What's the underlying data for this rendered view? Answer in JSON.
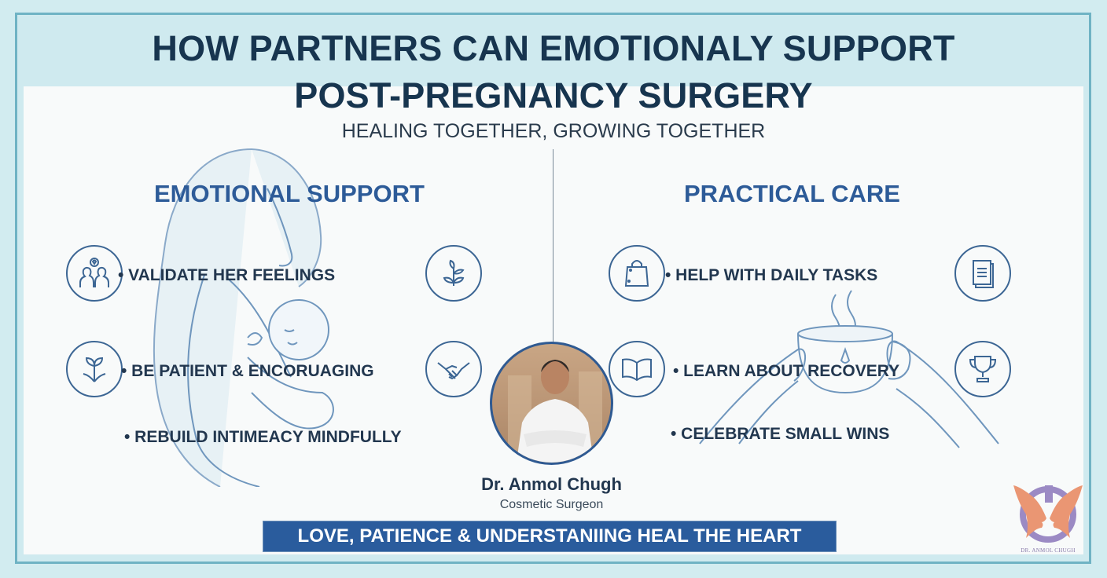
{
  "header": {
    "title_line1": "HOW PARTNERS CAN EMOTIONALY SUPPORT",
    "title_line2": "POST-PREGNANCY SURGERY",
    "subtitle": "HEALING TOGETHER, GROWING TOGETHER"
  },
  "left_section": {
    "heading": "EMOTIONAL SUPPORT",
    "items": [
      {
        "label": "• VALIDATE HER FEELINGS",
        "icon": "couple-talk-heart-icon"
      },
      {
        "label": "• BE PATIENT & ENCORUAGING",
        "icon": "sprout-icon"
      },
      {
        "label": "• REBUILD INTIMEACY MINDFULLY"
      }
    ],
    "side_icons": [
      "plant-icon",
      "handshake-icon"
    ]
  },
  "right_section": {
    "heading": "PRACTICAL CARE",
    "items": [
      {
        "label": "• HELP WITH DAILY TASKS",
        "icon": "shopping-bag-icon"
      },
      {
        "label": "• LEARN ABOUT RECOVERY",
        "icon": "open-book-icon"
      },
      {
        "label": "• CELEBRATE SMALL WINS"
      }
    ],
    "side_icons": [
      "document-icon",
      "trophy-icon"
    ]
  },
  "doctor": {
    "name": "Dr. Anmol Chugh",
    "role": "Cosmetic Surgeon"
  },
  "banner": {
    "text": "LOVE, PATIENCE & UNDERSTANIING HEAL THE HEART"
  },
  "logo": {
    "text": "DR. ANMOL CHUGH"
  },
  "colors": {
    "background": "#d2ecf0",
    "frame_border": "#6fb3c4",
    "title": "#17354f",
    "section_heading": "#2d5b98",
    "icon_stroke": "#3c6694",
    "banner_bg": "#2a5c9d",
    "logo_orange": "#ea9673",
    "logo_purple": "#9b8ac4"
  }
}
